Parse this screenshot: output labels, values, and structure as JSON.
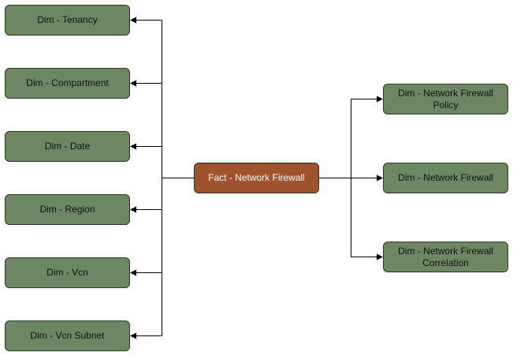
{
  "diagram": {
    "fact": {
      "label": "Fact - Network Firewall"
    },
    "left_dimensions": [
      {
        "label": "Dim - Tenancy"
      },
      {
        "label": "Dim - Compartment"
      },
      {
        "label": "Dim - Date"
      },
      {
        "label": "Dim - Region"
      },
      {
        "label": "Dim - Vcn"
      },
      {
        "label": "Dim - Vcn Subnet"
      }
    ],
    "right_dimensions": [
      {
        "label": "Dim - Network Firewall Policy"
      },
      {
        "label": "Dim - Network Firewall"
      },
      {
        "label": "Dim - Network Firewall Correlation"
      }
    ],
    "colors": {
      "dimension_fill": "#6d8764",
      "fact_fill": "#a0522d",
      "border": "#2b3a22",
      "connector": "#000000"
    }
  }
}
